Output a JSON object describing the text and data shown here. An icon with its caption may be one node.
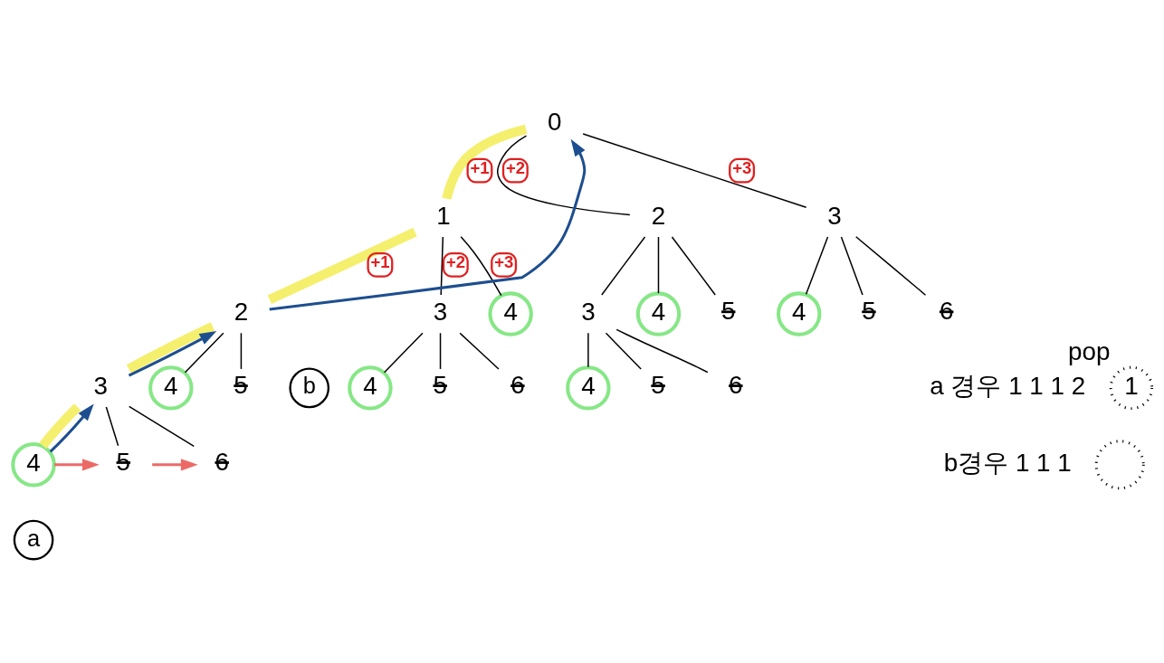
{
  "diagram": {
    "nodes": [
      {
        "text": [
          "0"
        ]
      },
      {
        "text": [
          "1"
        ]
      },
      {
        "text": [
          "2"
        ]
      },
      {
        "text": [
          "3"
        ]
      },
      {
        "text": [
          "2"
        ]
      },
      {
        "text": [
          "3"
        ]
      },
      {
        "text": [
          "4"
        ]
      },
      {
        "text": [
          "3"
        ]
      },
      {
        "text": [
          "4"
        ]
      },
      {
        "text": [
          "5"
        ]
      },
      {
        "text": [
          "4"
        ]
      },
      {
        "text": [
          "5"
        ]
      },
      {
        "text": [
          "6"
        ]
      },
      {
        "text": [
          "3"
        ]
      },
      {
        "text": [
          "4"
        ]
      },
      {
        "text": [
          "5"
        ]
      },
      {
        "text": [
          "4"
        ]
      },
      {
        "text": [
          "5"
        ]
      },
      {
        "text": [
          "6"
        ]
      },
      {
        "text": [
          "4"
        ]
      },
      {
        "text": [
          "5"
        ]
      },
      {
        "text": [
          "6"
        ]
      },
      {
        "text": [
          "4"
        ]
      },
      {
        "text": [
          "5"
        ]
      },
      {
        "text": [
          "6"
        ]
      },
      {
        "text": [
          "b"
        ]
      },
      {
        "text": [
          "a"
        ]
      },
      {
        "text": [
          "1"
        ],
        "beside": [
          "pop"
        ]
      },
      {
        "text": [],
        "shape": "circle"
      }
    ],
    "edges": [
      {
        "from": 0,
        "to": 1,
        "arrow": "none",
        "label": "+1",
        "style": "thick",
        "color": "#f5ef6e"
      },
      {
        "from": 0,
        "to": 2,
        "arrow": "none",
        "label": "+2"
      },
      {
        "from": 0,
        "to": 3,
        "arrow": "none",
        "label": "+3"
      },
      {
        "from": 1,
        "to": 4,
        "arrow": "none",
        "label": "+1",
        "style": "thick",
        "color": "#f5ef6e"
      },
      {
        "from": 1,
        "to": 5,
        "arrow": "none",
        "label": "+2"
      },
      {
        "from": 1,
        "to": 6,
        "arrow": "none",
        "label": "+3"
      },
      {
        "from": 2,
        "to": 7,
        "arrow": "none"
      },
      {
        "from": 2,
        "to": 8,
        "arrow": "none"
      },
      {
        "from": 2,
        "to": 9,
        "arrow": "none"
      },
      {
        "from": 3,
        "to": 10,
        "arrow": "none"
      },
      {
        "from": 3,
        "to": 11,
        "arrow": "none"
      },
      {
        "from": 3,
        "to": 12,
        "arrow": "none"
      },
      {
        "from": 4,
        "to": 13,
        "arrow": "none",
        "style": "thick",
        "color": "#f5ef6e"
      },
      {
        "from": 4,
        "to": 14,
        "arrow": "none"
      },
      {
        "from": 4,
        "to": 15,
        "arrow": "none"
      },
      {
        "from": 5,
        "to": 16,
        "arrow": "none"
      },
      {
        "from": 5,
        "to": 17,
        "arrow": "none"
      },
      {
        "from": 5,
        "to": 18,
        "arrow": "none"
      },
      {
        "from": 7,
        "to": 19,
        "arrow": "none"
      },
      {
        "from": 7,
        "to": 20,
        "arrow": "none"
      },
      {
        "from": 7,
        "to": 21,
        "arrow": "none"
      },
      {
        "from": 13,
        "to": 22,
        "arrow": "none",
        "style": "thick",
        "color": "#f5ef6e"
      },
      {
        "from": 13,
        "to": 23,
        "arrow": "none"
      },
      {
        "from": 13,
        "to": 24,
        "arrow": "none"
      },
      {
        "from": 22,
        "to": 13,
        "arrow": "to",
        "color": "#1d4e8f"
      },
      {
        "from": 13,
        "to": 4,
        "arrow": "to",
        "color": "#1d4e8f"
      },
      {
        "from": 4,
        "to": 0,
        "arrow": "to",
        "color": "#1d4e8f"
      },
      {
        "from": 22,
        "to": 23,
        "arrow": "to",
        "color": "#ec6a66"
      },
      {
        "from": 23,
        "to": 24,
        "arrow": "to",
        "color": "#ec6a66"
      }
    ],
    "labels": [
      "a 경우 1 1 1 2",
      "b경우 1 1 1"
    ]
  }
}
